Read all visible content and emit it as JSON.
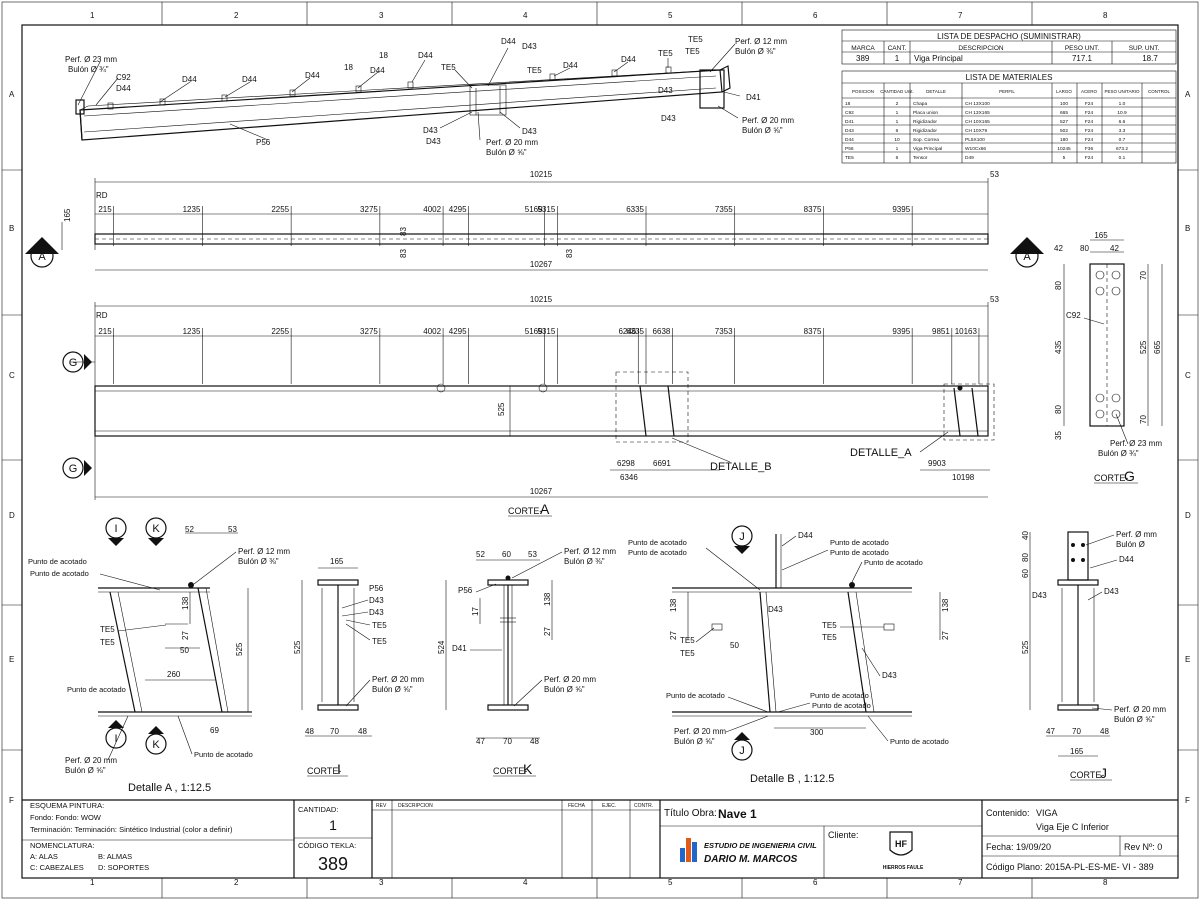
{
  "grid": {
    "cols": [
      "1",
      "2",
      "3",
      "4",
      "5",
      "6",
      "7",
      "8"
    ],
    "rows": [
      "A",
      "B",
      "C",
      "D",
      "E",
      "F"
    ]
  },
  "dispatch": {
    "title": "LISTA DE DESPACHO (SUMINISTRAR)",
    "headers": [
      "MARCA",
      "CANT.",
      "DESCRIPCION",
      "PESO UNT.",
      "SUP. UNT."
    ],
    "row": [
      "389",
      "1",
      "Viga Principal",
      "717.1",
      "18.7"
    ]
  },
  "materials": {
    "title": "LISTA DE MATERIALES",
    "headers": [
      "POSICION",
      "CANTIDAD Unit.",
      "DETALLE",
      "PERFIL",
      "LARGO",
      "ACERO",
      "PESO UNITARIO",
      "CONTROL"
    ],
    "rows": [
      [
        "18",
        "2",
        "Chapa",
        "CH 13X100",
        "100",
        "F24",
        "1.0",
        ""
      ],
      [
        "C92",
        "1",
        "Placa union",
        "CH 13X165",
        "665",
        "F24",
        "10.9",
        ""
      ],
      [
        "D41",
        "1",
        "Rigidizador",
        "CH 10X165",
        "527",
        "F24",
        "6.6",
        ""
      ],
      [
        "D43",
        "6",
        "Rigidizador",
        "CH 10X79",
        "502",
        "F24",
        "3.3",
        ""
      ],
      [
        "D44",
        "10",
        "Sop. Correa",
        "PL5X100",
        "180",
        "F24",
        "0.7",
        ""
      ],
      [
        "P56",
        "1",
        "Viga Principal",
        "W10Cx66",
        "10245",
        "F36",
        "673.2",
        ""
      ],
      [
        "TE5",
        "6",
        "Tensor",
        "D49",
        "5",
        "F24",
        "0.1",
        ""
      ]
    ]
  },
  "iso": {
    "labels": [
      "D44",
      "D44",
      "D44",
      "D44",
      "D44",
      "D44",
      "D44",
      "D44",
      "D44",
      "18",
      "18",
      "TE5",
      "TE5",
      "TE5",
      "C92",
      "D43",
      "D43",
      "D43",
      "D43",
      "D43",
      "D43",
      "D41",
      "P56"
    ],
    "perf_a": "Perf. Ø 23 mm",
    "bulon_a": "Bulón Ø ¾\"",
    "perf_b": "Perf. Ø 12 mm",
    "bulon_b": "Bulón Ø ⅜\"",
    "perf_c": "Perf. Ø 20 mm",
    "bulon_c": "Bulón Ø ⅝\"",
    "perf_d": "Perf. Ø 20 mm",
    "bulon_d": "Bulón Ø ⅝\""
  },
  "top_view": {
    "total": "10215",
    "end": "53",
    "overall": "10267",
    "rd": "RD",
    "dims": [
      "215",
      "1235",
      "2255",
      "3275",
      "4002",
      "4295",
      "5169",
      "5315",
      "6335",
      "7355",
      "8375",
      "9395"
    ],
    "side": "165",
    "h83a": "83",
    "h83b": "83",
    "h83c": "83"
  },
  "side_view": {
    "total": "10215",
    "end": "53",
    "overall": "10267",
    "rd": "RD",
    "dims": [
      "215",
      "1235",
      "2255",
      "3275",
      "4002",
      "4295",
      "5169",
      "5315",
      "6246",
      "6335",
      "6638",
      "7353",
      "8375",
      "9395",
      "9851",
      "10163"
    ],
    "height": "525",
    "bottom": [
      "6298",
      "6346",
      "6691",
      "9903",
      "10198"
    ],
    "detail_a": "DETALLE_A",
    "detail_b": "DETALLE_B",
    "corte_label": "CORTE-",
    "corte_id": "A"
  },
  "markers": {
    "a": "A",
    "g": "G",
    "i": "I",
    "k": "K",
    "j": "J"
  },
  "corte_g": {
    "widths": [
      "42",
      "80",
      "42"
    ],
    "top": "165",
    "left": [
      "80",
      "435",
      "80",
      "35"
    ],
    "right": [
      "70",
      "525",
      "665",
      "70"
    ],
    "label": "C92",
    "perf": "Perf. Ø 23 mm",
    "bulon": "Bulón Ø ¾\"",
    "corte_label": "CORTE-",
    "corte_id": "G"
  },
  "detail_a": {
    "dims": [
      "52",
      "53",
      "138",
      "27",
      "50",
      "260",
      "525",
      "69"
    ],
    "te5a": "TE5",
    "te5b": "TE5",
    "punto1": "Punto de acotado",
    "punto2": "Punto de acotado",
    "punto3": "Punto de acotado",
    "punto4": "Punto de acotado",
    "perf_top": "Perf. Ø 12 mm",
    "bulon_top": "Bulón Ø ⅜\"",
    "perf_bot": "Perf. Ø 20 mm",
    "bulon_bot": "Bulón Ø ⅝\"",
    "title": "Detalle A , 1:12.5"
  },
  "corte_i": {
    "top": "165",
    "height": "525",
    "bottom": [
      "48",
      "70",
      "48"
    ],
    "labels": [
      "P56",
      "D43",
      "D43",
      "TE5",
      "TE5"
    ],
    "perf": "Perf. Ø 20 mm",
    "bulon": "Bulón Ø ⅝\"",
    "corte_label": "CORTE-",
    "corte_id": "I"
  },
  "corte_k": {
    "top": [
      "52",
      "60",
      "53"
    ],
    "left": [
      "17",
      "524"
    ],
    "right": [
      "138",
      "27"
    ],
    "labels": [
      "P56",
      "D41"
    ],
    "perf_top": "Perf. Ø 12 mm",
    "bulon_top": "Bulón Ø ⅜\"",
    "perf_bot": "Perf. Ø 20 mm",
    "bulon_bot": "Bulón Ø ⅝\"",
    "bottom": [
      "47",
      "70",
      "48"
    ],
    "corte_label": "CORTE-",
    "corte_id": "K"
  },
  "detail_b": {
    "labels": [
      "D44",
      "D43",
      "D43",
      "TE5",
      "TE5",
      "TE5",
      "TE5"
    ],
    "punto": [
      "Punto de acotado",
      "Punto de acotado",
      "Punto de acotado",
      "Punto de acotado",
      "Punto de acotado",
      "Punto de acotado",
      "Punto de acotado",
      "Punto de acotado"
    ],
    "dims": [
      "138",
      "27",
      "50",
      "138",
      "27",
      "300"
    ],
    "perf": "Perf. Ø 20 mm",
    "bulon": "Bulón Ø ⅝\"",
    "title": "Detalle B , 1:12.5"
  },
  "corte_j": {
    "left": [
      "40",
      "80",
      "60",
      "525"
    ],
    "labels": [
      "D43",
      "D43",
      "D44"
    ],
    "perf_top": "Perf. Ø  mm",
    "bulon_top": "Bulón Ø",
    "perf_bot": "Perf. Ø 20 mm",
    "bulon_bot": "Bulón Ø ⅝\"",
    "bottom": [
      "47",
      "70",
      "48"
    ],
    "total": "165",
    "corte_label": "CORTE-",
    "corte_id": "J"
  },
  "title_block": {
    "paint_title": "ESQUEMA PINTURA:",
    "fondo": "Fondo:   Fondo: WOW",
    "terminacion": "Terminación: Terminación: Sintético Industrial (color a definir)",
    "nomen_title": "NOMENCLATURA:",
    "nomen": [
      "A: ALAS",
      "B: ALMAS",
      "C: CABEZALES",
      "D: SOPORTES"
    ],
    "cantidad_label": "CANTIDAD:",
    "cantidad": "1",
    "codigo_label": "CÓDIGO TEKLA:",
    "codigo": "389",
    "rev_headers": [
      "REV",
      "DESCRIPCION",
      "FECHA",
      "EJEC.",
      "CONTR."
    ],
    "obra_label": "Título Obra:",
    "obra": "Nave 1",
    "studio_line1": "ESTUDIO DE INGENIERIA CIVIL",
    "studio_line2": "DARIO M. MARCOS",
    "cliente_label": "Cliente:",
    "client_logo": "HF",
    "client_name": "HIERROS FAULE",
    "contenido_label": "Contenido:",
    "contenido": "VIGA",
    "contenido2": "Viga Eje C Inferior",
    "fecha": "Fecha: 19/09/20",
    "rev": "Rev Nº: 0",
    "codigo_plano": "Código Plano: 2015A-PL-ES-ME- VI   - 389"
  }
}
